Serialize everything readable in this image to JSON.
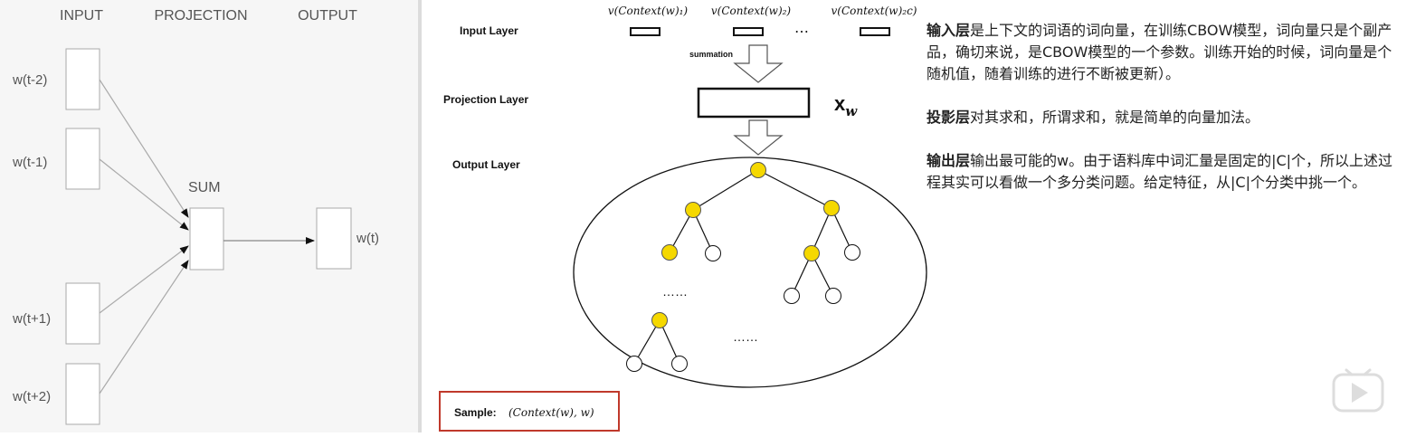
{
  "cbow_simple": {
    "headers": [
      "INPUT",
      "PROJECTION",
      "OUTPUT"
    ],
    "inputs": [
      "w(t-2)",
      "w(t-1)",
      "w(t+1)",
      "w(t+2)"
    ],
    "sum_label": "SUM",
    "output": "w(t)"
  },
  "hierarchical": {
    "input_layer_label": "Input Layer",
    "projection_layer_label": "Projection Layer",
    "output_layer_label": "Output Layer",
    "context_vectors": [
      "v(Context(w)₁)",
      "v(Context(w)₂)",
      "v(Context(w)₂c)"
    ],
    "ellipsis": "⋯",
    "summation_label": "summation",
    "xw_label": "x",
    "xw_sub": "w",
    "tree_ellipsis": "……",
    "tree_ellipsis_2": "……",
    "sample_label": "Sample:",
    "sample_value": "(Context(w), w)"
  },
  "notes": {
    "p1_term": "输入层",
    "p1_text": "是上下文的词语的词向量，在训练CBOW模型，词向量只是个副产品，确切来说，是CBOW模型的一个参数。训练开始的时候，词向量是个随机值，随着训练的进行不断被更新）。",
    "p2_term": "投影层",
    "p2_text": "对其求和，所谓求和，就是简单的向量加法。",
    "p3_term": "输出层",
    "p3_text": "输出最可能的w。由于语料库中词汇量是固定的|C|个，所以上述过程其实可以看做一个多分类问题。给定特征，从|C|个分类中挑一个。"
  },
  "colors": {
    "node_yellow": "#f5d800",
    "sample_border": "#c0392b",
    "gray_text": "#666666"
  },
  "icons": [
    "play-icon"
  ]
}
